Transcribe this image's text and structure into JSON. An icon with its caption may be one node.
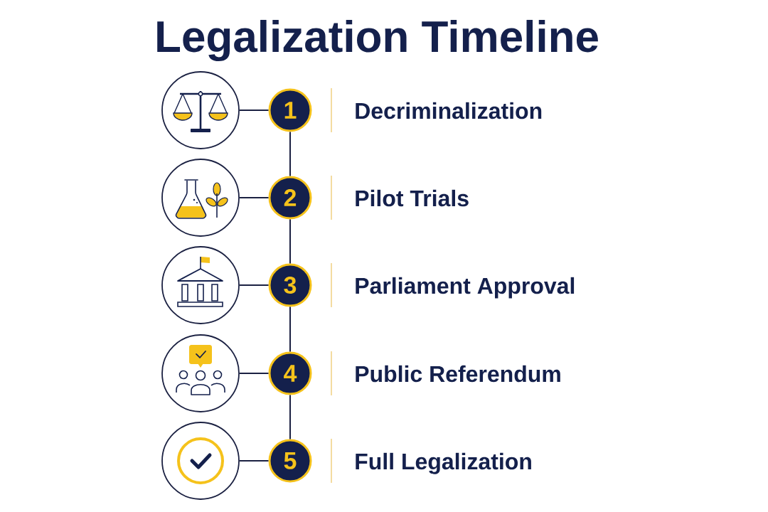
{
  "diagram": {
    "title": "Legalization Timeline",
    "nodes": [
      {
        "text": [],
        "shape": "circle"
      },
      {
        "text": [
          "1"
        ],
        "beside": [
          "Decriminalization"
        ]
      },
      {
        "text": [],
        "shape": "circle"
      },
      {
        "text": [
          "2"
        ],
        "beside": [
          "Pilot Trials"
        ]
      },
      {
        "text": [],
        "shape": "circle"
      },
      {
        "text": [
          "3"
        ],
        "beside": [
          "Parliament Approval"
        ]
      },
      {
        "text": [],
        "shape": "circle"
      },
      {
        "text": [
          "4"
        ],
        "beside": [
          "Public Referendum"
        ]
      },
      {
        "text": [],
        "shape": "circle"
      },
      {
        "text": [
          "5"
        ],
        "beside": [
          "Full Legalization"
        ]
      }
    ],
    "edges": [
      {
        "from": 0,
        "to": 1,
        "arrow": "none"
      },
      {
        "from": 1,
        "to": 3,
        "arrow": "none"
      },
      {
        "from": 2,
        "to": 3,
        "arrow": "none"
      },
      {
        "from": 3,
        "to": 5,
        "arrow": "none"
      },
      {
        "from": 4,
        "to": 5,
        "arrow": "none"
      },
      {
        "from": 5,
        "to": 7,
        "arrow": "none"
      },
      {
        "from": 6,
        "to": 7,
        "arrow": "none"
      },
      {
        "from": 7,
        "to": 9,
        "arrow": "none"
      },
      {
        "from": 8,
        "to": 9,
        "arrow": "none"
      }
    ]
  }
}
